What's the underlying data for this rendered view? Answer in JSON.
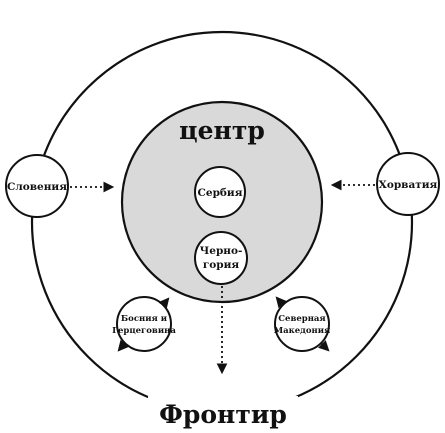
{
  "diagram": {
    "core_label": "центр",
    "frontier_label": "Фронтир",
    "nodes": {
      "serbia": "Сербия",
      "montenegro_line1": "Черно-",
      "montenegro_line2": "гория",
      "slovenia": "Словения",
      "croatia": "Хорватия",
      "bosnia_line1": "Босния и",
      "bosnia_line2": "Герцеговина",
      "macedonia_line1": "Северная",
      "macedonia_line2": "Македония"
    }
  }
}
